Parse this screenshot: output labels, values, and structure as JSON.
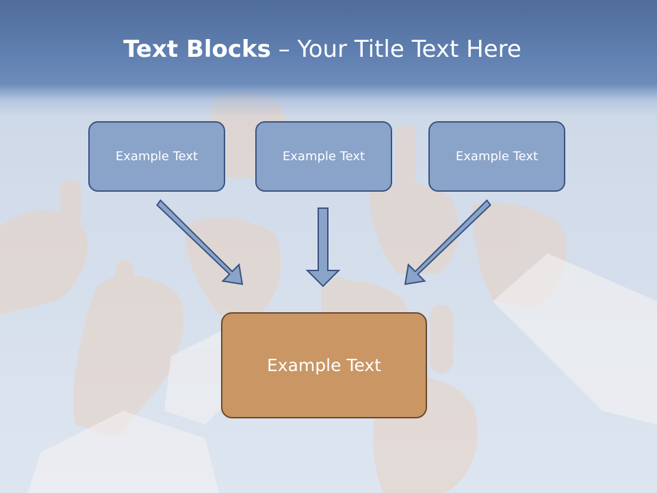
{
  "slide": {
    "title_bold": "Text Blocks",
    "title_rest": " – Your Title Text Here",
    "boxes": [
      {
        "label": "Example Text"
      },
      {
        "label": "Example Text"
      },
      {
        "label": "Example Text"
      }
    ],
    "result_box": {
      "label": "Example Text"
    }
  },
  "colors": {
    "header": "#5f7fb0",
    "box_fill": "#8aa3c8",
    "box_border": "#3a5380",
    "result_fill": "#c99664",
    "result_border": "#6b4a2c",
    "arrow_fill": "#8aa3c8"
  }
}
